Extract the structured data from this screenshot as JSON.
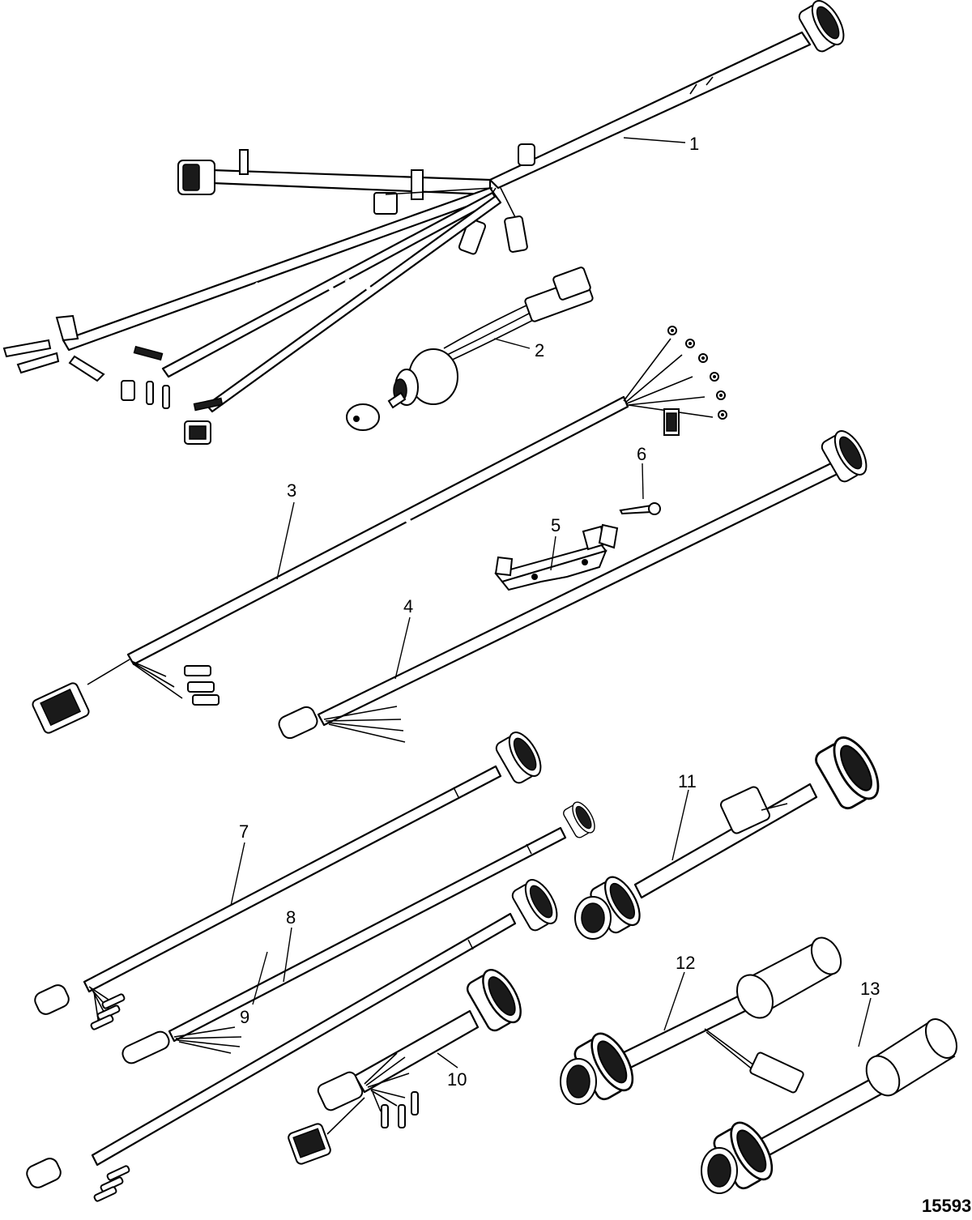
{
  "figure_id": "15593",
  "callouts": [
    {
      "id": "c1",
      "label": "1"
    },
    {
      "id": "c2",
      "label": "2"
    },
    {
      "id": "c3",
      "label": "3"
    },
    {
      "id": "c4",
      "label": "4"
    },
    {
      "id": "c5",
      "label": "5"
    },
    {
      "id": "c6",
      "label": "6"
    },
    {
      "id": "c7",
      "label": "7"
    },
    {
      "id": "c8",
      "label": "8"
    },
    {
      "id": "c9",
      "label": "9"
    },
    {
      "id": "c10",
      "label": "10"
    },
    {
      "id": "c11",
      "label": "11"
    },
    {
      "id": "c12",
      "label": "12"
    },
    {
      "id": "c13",
      "label": "13"
    }
  ]
}
